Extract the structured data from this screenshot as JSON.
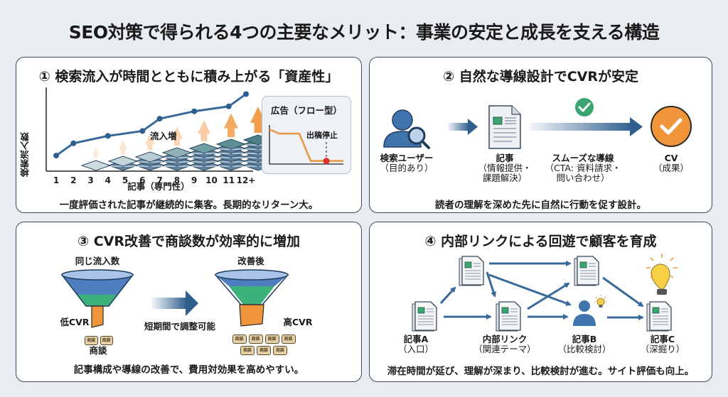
{
  "title": "SEO対策で得られる4つの主要なメリット：事業の安定と成長を支える構造",
  "colors": {
    "navy": "#2f5f8f",
    "line_blue": "#3a6a9a",
    "orange": "#f0953a",
    "light_orange": "#f6c48f",
    "green": "#3aa56f",
    "funnel_blue": "#4f7ec0",
    "funnel_green": "#3cb179",
    "bulb_yellow": "#f6cf45",
    "red_dot": "#e0302e",
    "panel_border": "#3c4a5a"
  },
  "panel1": {
    "title": "① 検索流入が時間とともに積み上がる「資産性」",
    "footer": "一度評価された記事が継続的に集客。長期的なリターン大。",
    "annotation": "流入増",
    "ad_box": {
      "title": "広告（フロー型）",
      "label": "出稿停止"
    }
  },
  "chart_data": {
    "type": "line",
    "title": "",
    "xlabel": "記事（専門性）",
    "ylabel": "検索流入数",
    "categories": [
      "1",
      "2",
      "3",
      "4",
      "5",
      "6",
      "7",
      "8",
      "9",
      "10",
      "11",
      "12+"
    ],
    "series": [
      {
        "name": "検索流入数",
        "values": [
          1.0,
          2.0,
          2.6,
          3.0,
          4.0,
          4.6,
          5.0,
          6.0
        ]
      }
    ],
    "line_point_x": [
      "1",
      "2",
      "4",
      "6",
      "7",
      "9",
      "11",
      "12+"
    ],
    "stack_layers": [
      1,
      2,
      3,
      4,
      5,
      6,
      7
    ],
    "arrow_count": 7,
    "ad_series": {
      "name": "広告（フロー型）",
      "values": [
        4.0,
        3.5,
        3.5,
        0.2,
        0.2,
        0.2
      ],
      "stop_index": 4
    },
    "grid": false,
    "legend": "none"
  },
  "panel2": {
    "title": "② 自然な導線設計でCVRが安定",
    "footer": "読者の理解を深めた先に自然に行動を促す設計。",
    "steps": [
      {
        "label": "検索ユーザー",
        "sub": "（目的あり）",
        "icon": "user-search-icon"
      },
      {
        "label": "記事",
        "sub": "（情報提供・\n課題解決）",
        "icon": "document-icon"
      },
      {
        "label": "スムーズな導線",
        "sub": "（CTA: 資料請求・\n問い合わせ）",
        "icon": "check-circle-icon"
      },
      {
        "label": "CV",
        "sub": "（成果）",
        "icon": "cv-check-icon"
      }
    ]
  },
  "panel3": {
    "title": "③ CVR改善で商談数が効率的に増加",
    "footer": "記事構成や導線の改善で、費用対効果を高めやすい。",
    "before": {
      "top_label": "同じ流入数",
      "side_label": "低CVR",
      "bottom_label": "商談",
      "deal_count": 2
    },
    "middle_label": "短期間で調整可能",
    "after": {
      "top_label": "改善後",
      "side_label": "高CVR",
      "deal_count": 7
    },
    "deal_chip": "商談"
  },
  "panel4": {
    "title": "④ 内部リンクによる回遊で顧客を育成",
    "footer": "滞在時間が延び、理解が深まり、比較検討が進む。サイト評価も向上。",
    "nodes": [
      {
        "label": "記事A",
        "sub": "（入口）"
      },
      {
        "label": "内部リンク",
        "sub": "（関連テーマ）"
      },
      {
        "label": "記事B",
        "sub": "（比較検討）"
      },
      {
        "label": "記事C",
        "sub": "（深掘り）"
      }
    ]
  }
}
